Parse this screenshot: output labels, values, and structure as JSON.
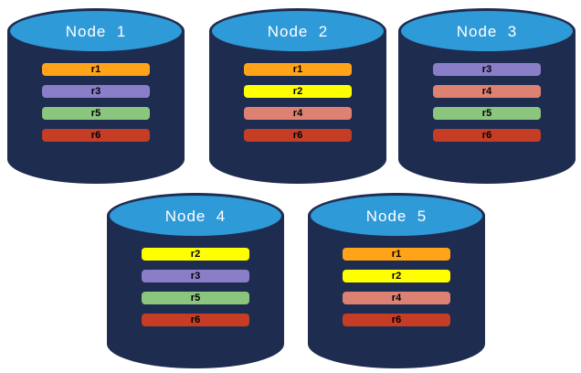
{
  "canvas": {
    "background": "#FFFFFF"
  },
  "theme": {
    "cylinder_body_color": "#1E2C50",
    "cylinder_top_color": "#2F9AD8",
    "node_label_color": "#FFFFFF",
    "replica_label_color": "#000000"
  },
  "replica_colors": {
    "r1": "#FFA318",
    "r2": "#FFFF00",
    "r3": "#8B7EC8",
    "r4": "#DD8272",
    "r5": "#8BC57E",
    "r6": "#C63D26"
  },
  "nodes": [
    {
      "label": "Node  1",
      "replicas": [
        {
          "id": "r1",
          "color": "#FFA318"
        },
        {
          "id": "r3",
          "color": "#8B7EC8"
        },
        {
          "id": "r5",
          "color": "#8BC57E"
        },
        {
          "id": "r6",
          "color": "#C63D26"
        }
      ]
    },
    {
      "label": "Node  2",
      "replicas": [
        {
          "id": "r1",
          "color": "#FFA318"
        },
        {
          "id": "r2",
          "color": "#FFFF00"
        },
        {
          "id": "r4",
          "color": "#DD8272"
        },
        {
          "id": "r6",
          "color": "#C63D26"
        }
      ]
    },
    {
      "label": "Node  3",
      "replicas": [
        {
          "id": "r3",
          "color": "#8B7EC8"
        },
        {
          "id": "r4",
          "color": "#DD8272"
        },
        {
          "id": "r5",
          "color": "#8BC57E"
        },
        {
          "id": "r6",
          "color": "#C63D26"
        }
      ]
    },
    {
      "label": "Node  4",
      "replicas": [
        {
          "id": "r2",
          "color": "#FFFF00"
        },
        {
          "id": "r3",
          "color": "#8B7EC8"
        },
        {
          "id": "r5",
          "color": "#8BC57E"
        },
        {
          "id": "r6",
          "color": "#C63D26"
        }
      ]
    },
    {
      "label": "Node  5",
      "replicas": [
        {
          "id": "r1",
          "color": "#FFA318"
        },
        {
          "id": "r2",
          "color": "#FFFF00"
        },
        {
          "id": "r4",
          "color": "#DD8272"
        },
        {
          "id": "r6",
          "color": "#C63D26"
        }
      ]
    }
  ]
}
